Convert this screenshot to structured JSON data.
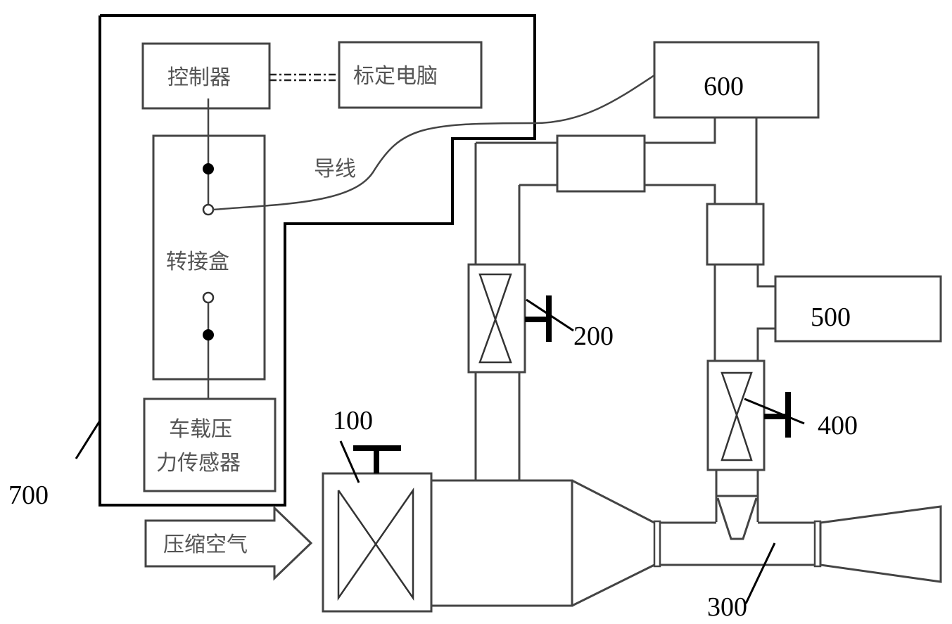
{
  "diagram": {
    "components": {
      "controller": {
        "label": "控制器"
      },
      "calibration_pc": {
        "label": "标定电脑"
      },
      "junction_box": {
        "label": "转接盒"
      },
      "pressure_sensor": {
        "label_line1": "车载压",
        "label_line2": "力传感器"
      },
      "wire": {
        "label": "导线"
      },
      "air_inlet": {
        "label": "压缩空气"
      }
    },
    "reference_numbers": {
      "valve_main": "100",
      "valve_upper": "200",
      "venturi": "300",
      "valve_right": "400",
      "device_500": "500",
      "device_600": "600",
      "test_enclosure": "700"
    },
    "connections": [
      {
        "from": "controller",
        "to": "calibration_pc",
        "style": "dash-dot"
      },
      {
        "from": "controller",
        "to": "junction_box",
        "style": "solid"
      },
      {
        "from": "junction_box",
        "to": "pressure_sensor",
        "style": "solid"
      },
      {
        "from": "junction_box",
        "to": "device_600",
        "style": "wire",
        "label": "导线"
      }
    ]
  }
}
